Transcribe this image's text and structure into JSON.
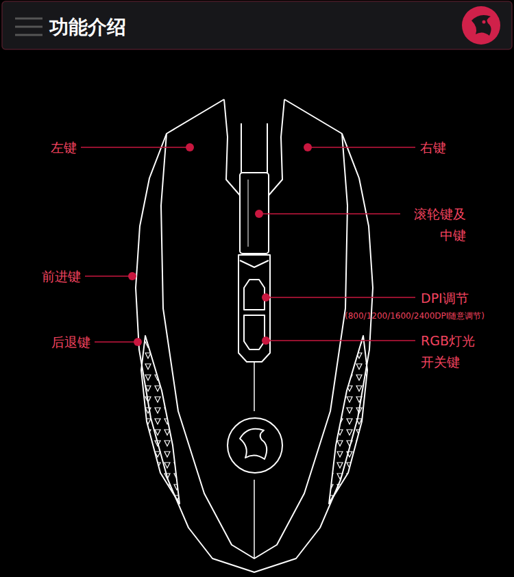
{
  "diagram": {
    "title": "功能介绍",
    "labels": [
      "左键",
      "右键",
      "滚轮键及 中键",
      "前进键",
      "后退键",
      "DPI调节",
      "(800/1200/1600/2400DPI随意调节)",
      "RGB灯光 开关键"
    ]
  }
}
